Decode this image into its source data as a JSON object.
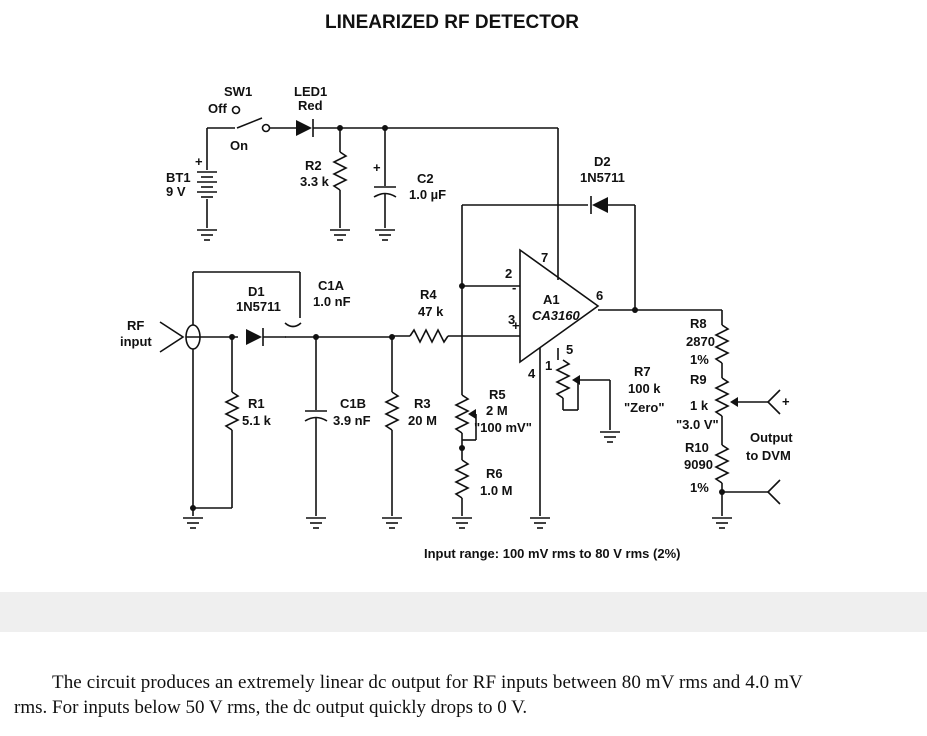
{
  "title": "LINEARIZED RF DETECTOR",
  "labels": {
    "sw1": "SW1",
    "off": "Off",
    "on": "On",
    "led1": "LED1",
    "led1_color": "Red",
    "bt1": "BT1",
    "bt1_v": "9 V",
    "r2": "R2",
    "r2_v": "3.3 k",
    "c2": "C2",
    "c2_v": "1.0 µF",
    "d2": "D2",
    "d2_v": "1N5711",
    "d1": "D1",
    "d1_v": "1N5711",
    "c1a": "C1A",
    "c1a_v": "1.0 nF",
    "r4": "R4",
    "r4_v": "47 k",
    "a1": "A1",
    "a1_v": "CA3160",
    "rf_input": "RF",
    "rf_input2": "input",
    "r1": "R1",
    "r1_v": "5.1 k",
    "c1b": "C1B",
    "c1b_v": "3.9 nF",
    "r3": "R3",
    "r3_v": "20 M",
    "r5": "R5",
    "r5_v": "2 M",
    "r5_note": "\"100 mV\"",
    "r6": "R6",
    "r6_v": "1.0 M",
    "r7": "R7",
    "r7_v": "100 k",
    "r7_note": "\"Zero\"",
    "r8": "R8",
    "r8_v": "2870",
    "r8_tol": "1%",
    "r9": "R9",
    "r9_v": "1 k",
    "r9_note": "\"3.0 V\"",
    "r10": "R10",
    "r10_v": "9090",
    "r10_tol": "1%",
    "output": "Output",
    "output2": "to DVM",
    "pin2": "2",
    "pin3": "3",
    "pin7": "7",
    "pin6": "6",
    "pin4": "4",
    "pin1": "1",
    "pin5": "5",
    "minus": "-",
    "plus": "+",
    "input_range": "Input range: 100 mV rms to 80 V rms (2%)"
  },
  "caption": {
    "line1": "The circuit produces an extremely linear dc output for RF inputs between 80 mV rms and 4.0 mV",
    "line2": "rms. For inputs below 50 V rms, the dc output quickly drops to 0 V."
  }
}
